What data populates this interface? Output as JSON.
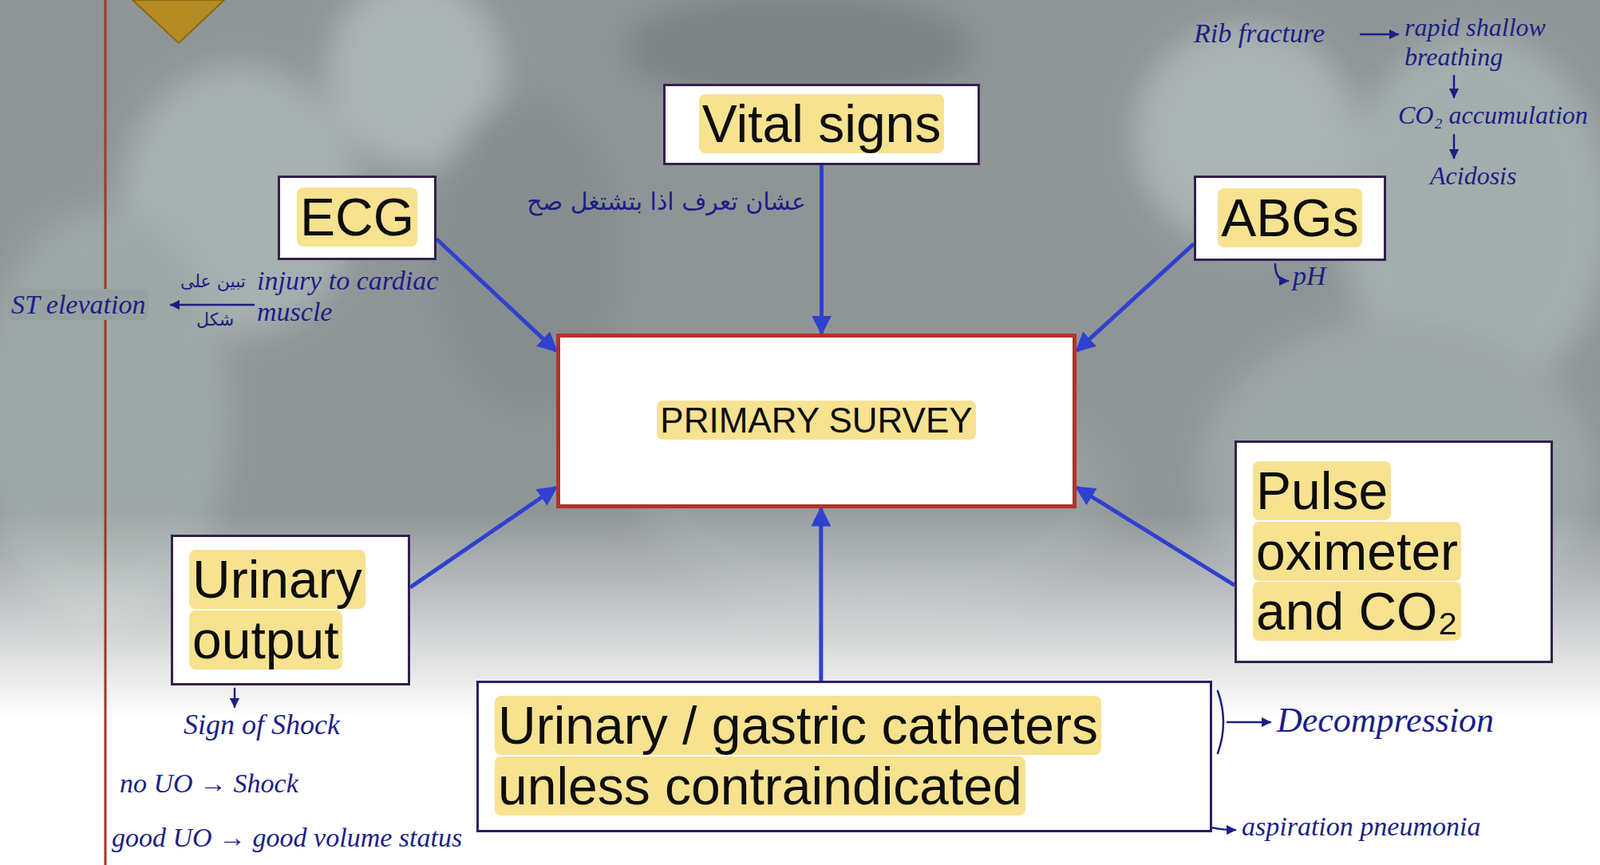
{
  "diagram": {
    "nodes": [
      {
        "text": [
          "Vital signs"
        ]
      },
      {
        "text": [
          "ECG"
        ]
      },
      {
        "text": [
          "ABGs"
        ]
      },
      {
        "text": [
          "PRIMARY SURVEY"
        ]
      },
      {
        "text": [
          "Pulse oximeter and CO₂"
        ]
      },
      {
        "text": [
          "Urinary output"
        ]
      },
      {
        "text": [
          "Urinary / gastric catheters unless contraindicated"
        ]
      }
    ],
    "edges": [
      {
        "from": 0,
        "to": 3,
        "arrow": "to"
      },
      {
        "from": 1,
        "to": 3,
        "arrow": "to"
      },
      {
        "from": 2,
        "to": 3,
        "arrow": "to"
      },
      {
        "from": 4,
        "to": 3,
        "arrow": "to"
      },
      {
        "from": 5,
        "to": 3,
        "arrow": "to"
      },
      {
        "from": 6,
        "to": 3,
        "arrow": "to"
      }
    ],
    "labels": [
      "Rib fracture",
      "rapid shallow breathing",
      "CO₂ accumulation",
      "Acidosis",
      "عشان تعرف اذا بتشتغل صح",
      "ST elevation",
      "تبين على",
      "شكل",
      "injury to cardiac muscle",
      "pH",
      "Sign of Shock",
      "no UO → Shock",
      "good UO → good volume status",
      "Decompression",
      "aspiration pneumonia"
    ]
  }
}
